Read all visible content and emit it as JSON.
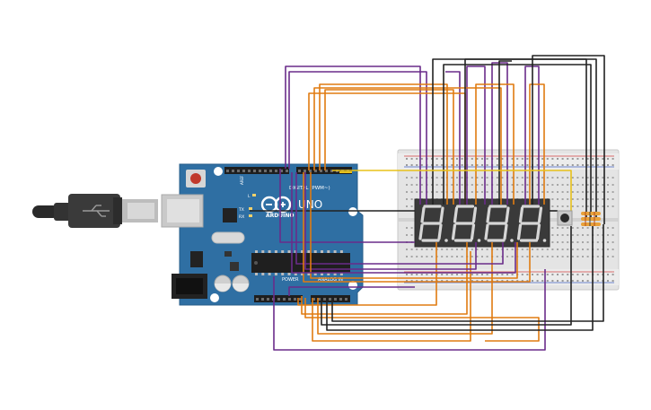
{
  "board": {
    "brand": "ARDUINO",
    "model": "UNO",
    "digital_label": "DIGITAL (PWM~)",
    "power_label": "POWER",
    "analog_label": "ANALOG IN",
    "aref_label": "AREF",
    "tx_label": "TX",
    "rx_label": "RX",
    "l_label": "L"
  },
  "display": {
    "digits": [
      "8",
      "8",
      "8",
      "8"
    ]
  },
  "colors": {
    "board": "#2f6fa3",
    "wire_purple": "#6a2c8a",
    "wire_orange": "#e07b11",
    "wire_black": "#222222",
    "wire_yellow": "#e8c21a",
    "display_bg": "#3a3a3a",
    "segment_off": "#d6d6d6"
  }
}
